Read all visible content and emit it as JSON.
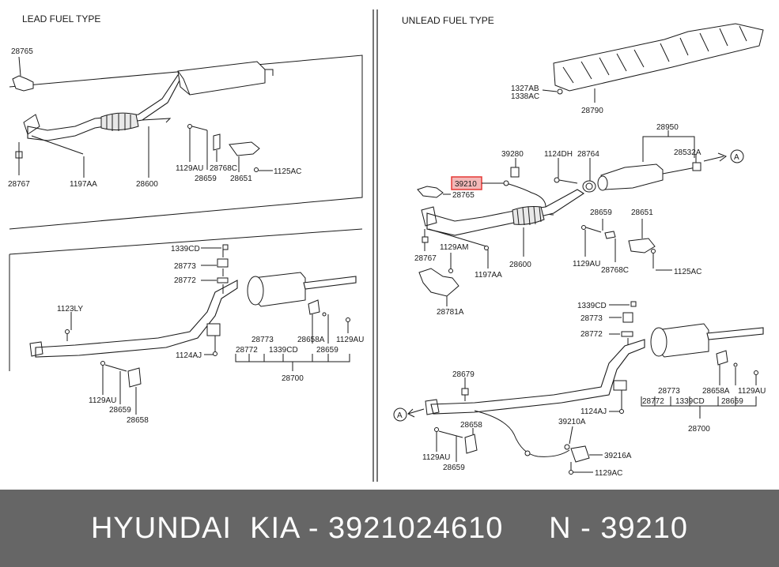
{
  "diagram": {
    "left_header": "LEAD FUEL TYPE",
    "right_header": "UNLEAD FUEL TYPE",
    "highlight_color": "#e53935",
    "left_labels": {
      "p28765": "28765",
      "p28767": "28767",
      "p1197AA": "1197AA",
      "p28600": "28600",
      "p1129AU": "1129AU",
      "p28768C": "28768C",
      "p28659": "28659",
      "p28651": "28651",
      "p1125AC": "1125AC",
      "p1339CD": "1339CD",
      "p28773": "28773",
      "p28772": "28772",
      "p1123LY": "1123LY",
      "p1124AJ": "1124AJ",
      "p28773b": "28773",
      "p28772b": "28772",
      "p1339CDb": "1339CD",
      "p28658A": "28658A",
      "p1129AUb": "1129AU",
      "p28659b": "28659",
      "p28700": "28700",
      "p1129AUc": "1129AU",
      "p28659c": "28659",
      "p28658": "28658"
    },
    "right_labels": {
      "p1327AB": "1327AB",
      "p1338AC": "1338AC",
      "p28790": "28790",
      "p28950": "28950",
      "p28532A": "28532A",
      "pA1": "A",
      "p39280": "39280",
      "p1124DH": "1124DH",
      "p28764": "28764",
      "p39210": "39210",
      "p28765": "28765",
      "p28659": "28659",
      "p28651": "28651",
      "p28767": "28767",
      "p1129AM": "1129AM",
      "p1197AA": "1197AA",
      "p28600": "28600",
      "p1129AU": "1129AU",
      "p28768C": "28768C",
      "p1125AC": "1125AC",
      "p28781A": "28781A",
      "p1339CD": "1339CD",
      "p28773": "28773",
      "p28772": "28772",
      "p28679": "28679",
      "p28773b": "28773",
      "p28658A": "28658A",
      "p1129AUb": "1129AU",
      "p28772b": "28772",
      "p1339CDb": "1339CD",
      "p28659b": "28659",
      "p28700": "28700",
      "pA2": "A",
      "p1124AJ": "1124AJ",
      "p39210A": "39210A",
      "p28658": "28658",
      "p39216A": "39216A",
      "p1129AUc": "1129AU",
      "p28659c": "28659",
      "p1129AC": "1129AC"
    }
  },
  "footer": {
    "text": "HYUNDAI  KIA - 3921024610     N - 39210"
  }
}
